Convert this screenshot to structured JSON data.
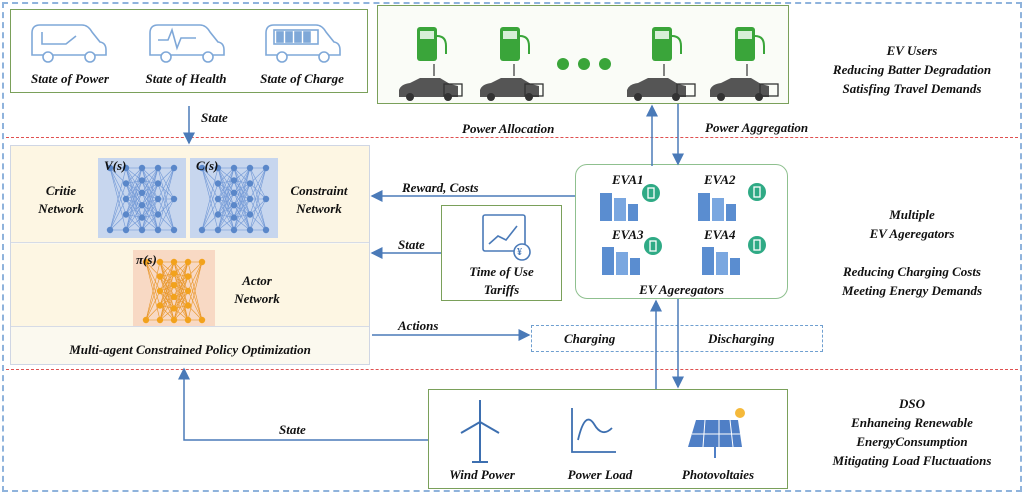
{
  "ev_side": {
    "icons": [
      "State of Power",
      "State of Health",
      "State of Charge"
    ],
    "state_label": "State"
  },
  "ev_users": {
    "title": "EV Users",
    "line1": "Reducing Batter Degradation",
    "line2": "Satisfing Travel Demands"
  },
  "flows": {
    "power_allocation": "Power Allocation",
    "power_aggregation": "Power Aggregation",
    "reward_costs": "Reward, Costs",
    "state_mid": "State",
    "actions": "Actions",
    "state_bottom": "State"
  },
  "policy": {
    "critic_label_1": "Critie",
    "critic_label_2": "Network",
    "v_label": "V(s)",
    "c_label": "C(s)",
    "constraint_label_1": "Constraint",
    "constraint_label_2": "Network",
    "pi_label": "π(s)",
    "actor_label_1": "Actor",
    "actor_label_2": "Network",
    "title": "Multi-agent Constrained Policy Optimization"
  },
  "tariffs": {
    "line1": "Time of Use",
    "line2": "Tariffs",
    "currency_symbol": "¥"
  },
  "aggregators": {
    "labels": [
      "EVA1",
      "EVA2",
      "EVA3",
      "EVA4"
    ],
    "caption": "EV Ageregators"
  },
  "multiple": {
    "line1": "Multiple",
    "line2": "EV Ageregators",
    "line3": "Reducing Charging Costs",
    "line4": "Meeting Energy Demands"
  },
  "actions_box": {
    "charging": "Charging",
    "discharging": "Discharging"
  },
  "dso_side": {
    "items": [
      "Wind Power",
      "Power Load",
      "Photovoltaies"
    ]
  },
  "dso": {
    "title": "DSO",
    "line1": "Enhaneing Renewable",
    "line2": "EnergyConsumption",
    "line3": "Mitigating Load Fluctuations"
  },
  "colors": {
    "arrow": "#4a7ab8",
    "green_border": "#7aa05a",
    "blue_dash": "#6f9fd0",
    "red_dash": "#e05050",
    "neuron_blue": "#4f7fc6",
    "neuron_orange": "#f2a21c",
    "charger_green": "#3aa53a"
  }
}
